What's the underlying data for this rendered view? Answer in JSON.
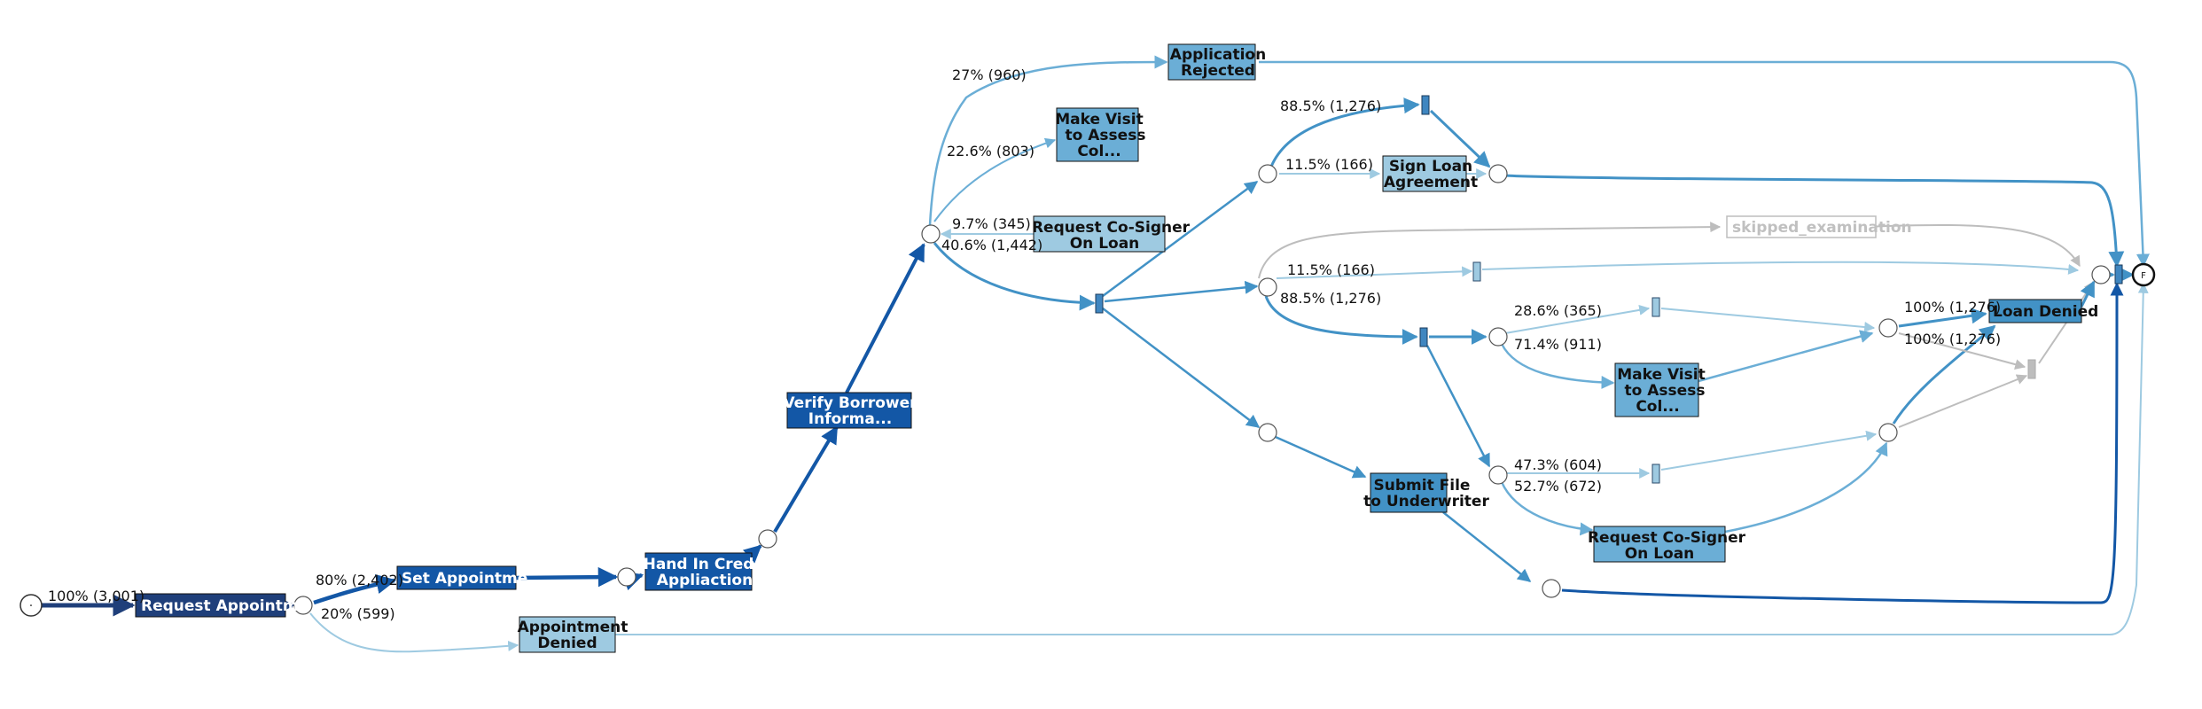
{
  "colors": {
    "dark": "#1f3f7a",
    "strong": "#1357a6",
    "medium": "#4292c6",
    "light": "#6baed6",
    "pale": "#9ecae1",
    "grey": "#bdbdbd",
    "skipped_text": "#c0c0c0"
  },
  "start_node": {
    "label": "·"
  },
  "end_node": {
    "label": "F"
  },
  "transitions": {
    "request_appointment": "Request Appointme",
    "set_appointment": "Set Appointme",
    "hand_in_credit": [
      "Hand In Cred",
      "Appliaction"
    ],
    "verify_borrower": [
      "Verify Borrower",
      "Informa..."
    ],
    "application_rejected": [
      "Application",
      "Rejected"
    ],
    "make_visit_1": [
      "Make Visit",
      "to Assess",
      "Col..."
    ],
    "request_cosigner_1": [
      "Request Co-Signer",
      "On Loan"
    ],
    "sign_loan": [
      "Sign Loan",
      "Agreement"
    ],
    "skipped_examination": "skipped_examination",
    "make_visit_2": [
      "Make Visit",
      "to Assess",
      "Col..."
    ],
    "submit_file": [
      "Submit File",
      "to Underwriter"
    ],
    "request_cosigner_2": [
      "Request Co-Signer",
      "On Loan"
    ],
    "loan_denied": "Loan Denied",
    "appointment_denied": [
      "Appointment",
      "Denied"
    ]
  },
  "edge_labels": {
    "start_100": "100% (3,001)",
    "set_80": "80% (2,402)",
    "denied_20": "20% (599)",
    "rejected_27": "27% (960)",
    "visit_22_6": "22.6% (803)",
    "cosigner_9_7": "9.7% (345)",
    "tau_40_6": "40.6% (1,442)",
    "upper_88_5": "88.5% (1,276)",
    "sign_11_5": "11.5% (166)",
    "mid_11_5": "11.5% (166)",
    "mid_88_5": "88.5% (1,276)",
    "inner_28_6": "28.6% (365)",
    "inner_71_4": "71.4% (911)",
    "lower_47_3": "47.3% (604)",
    "lower_52_7": "52.7% (672)",
    "final_100_a": "100% (1,276)",
    "final_100_b": "100% (1,276)"
  }
}
